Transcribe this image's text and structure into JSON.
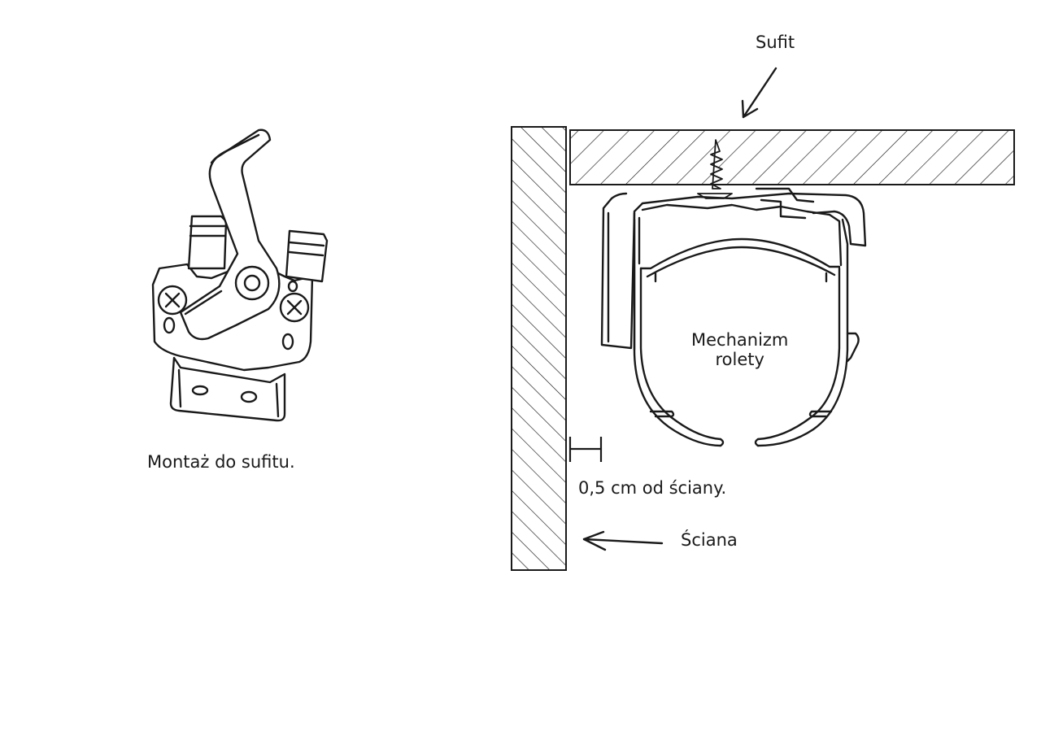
{
  "labels": {
    "ceiling": "Sufit",
    "ceiling_mount_caption": "Montaż do sufitu.",
    "mechanism_line1": "Mechanizm",
    "mechanism_line2": "rolety",
    "wall_distance": "0,5 cm od ściany.",
    "wall": "Ściana"
  },
  "colors": {
    "stroke": "#1a1a1a",
    "background": "#ffffff"
  }
}
